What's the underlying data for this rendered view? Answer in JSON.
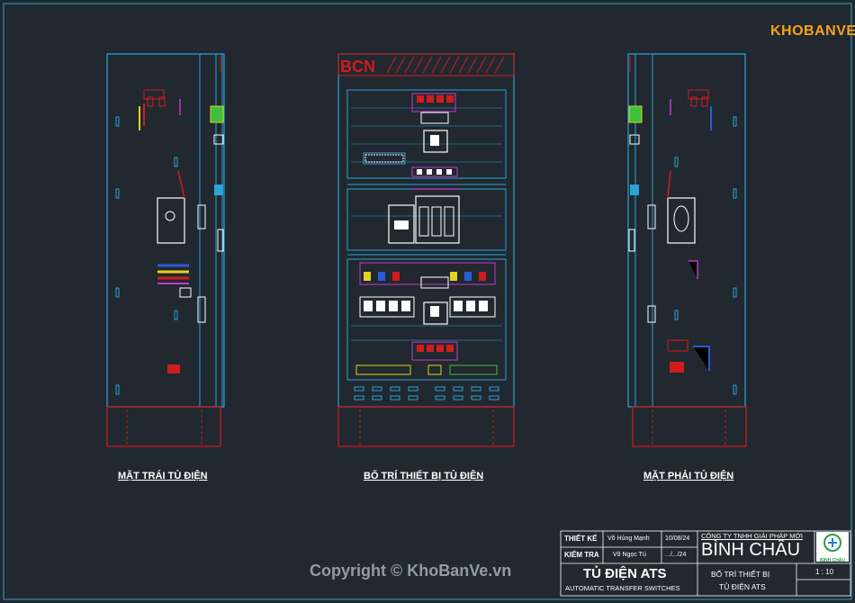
{
  "colors": {
    "background": "#212830",
    "outline": "#2aa4d4",
    "accent_red": "#d11c1c",
    "magenta": "#c838c8",
    "yellow": "#e6d21a",
    "green": "#3fbf3f",
    "white": "#ffffff"
  },
  "views": {
    "left": {
      "label": "MẶT TRÁI TỦ ĐIỆN"
    },
    "center": {
      "label": "BỐ TRÍ THIẾT BỊ TỦ ĐIỆN",
      "badge": "BCN"
    },
    "right": {
      "label": "MẶT PHẢI TỦ ĐIỆN"
    }
  },
  "title_block": {
    "designed_label": "THIẾT KẾ",
    "designed_name": "Võ Hùng Mạnh",
    "designed_date": "10/08/24",
    "checked_label": "KIỂM TRA",
    "checked_name": "Võ Ngọc Tú",
    "checked_date": ".../.../24",
    "company_line1": "CÔNG TY TNHH GIẢI PHÁP MỚI",
    "company_line2": "BÌNH CHÂU",
    "company_logo_text": "BÌNH CHÂU",
    "project_title": "TỦ ĐIỆN ATS",
    "project_subtitle": "AUTOMATIC TRANSFER SWITCHES",
    "sheet_title_line1": "BỐ TRÍ THIẾT BỊ",
    "sheet_title_line2": "TỦ ĐIỆN ATS",
    "scale": "1 : 10"
  },
  "watermark": "Copyright © KhoBanVe.vn",
  "site_logo": "KHOBANVE"
}
